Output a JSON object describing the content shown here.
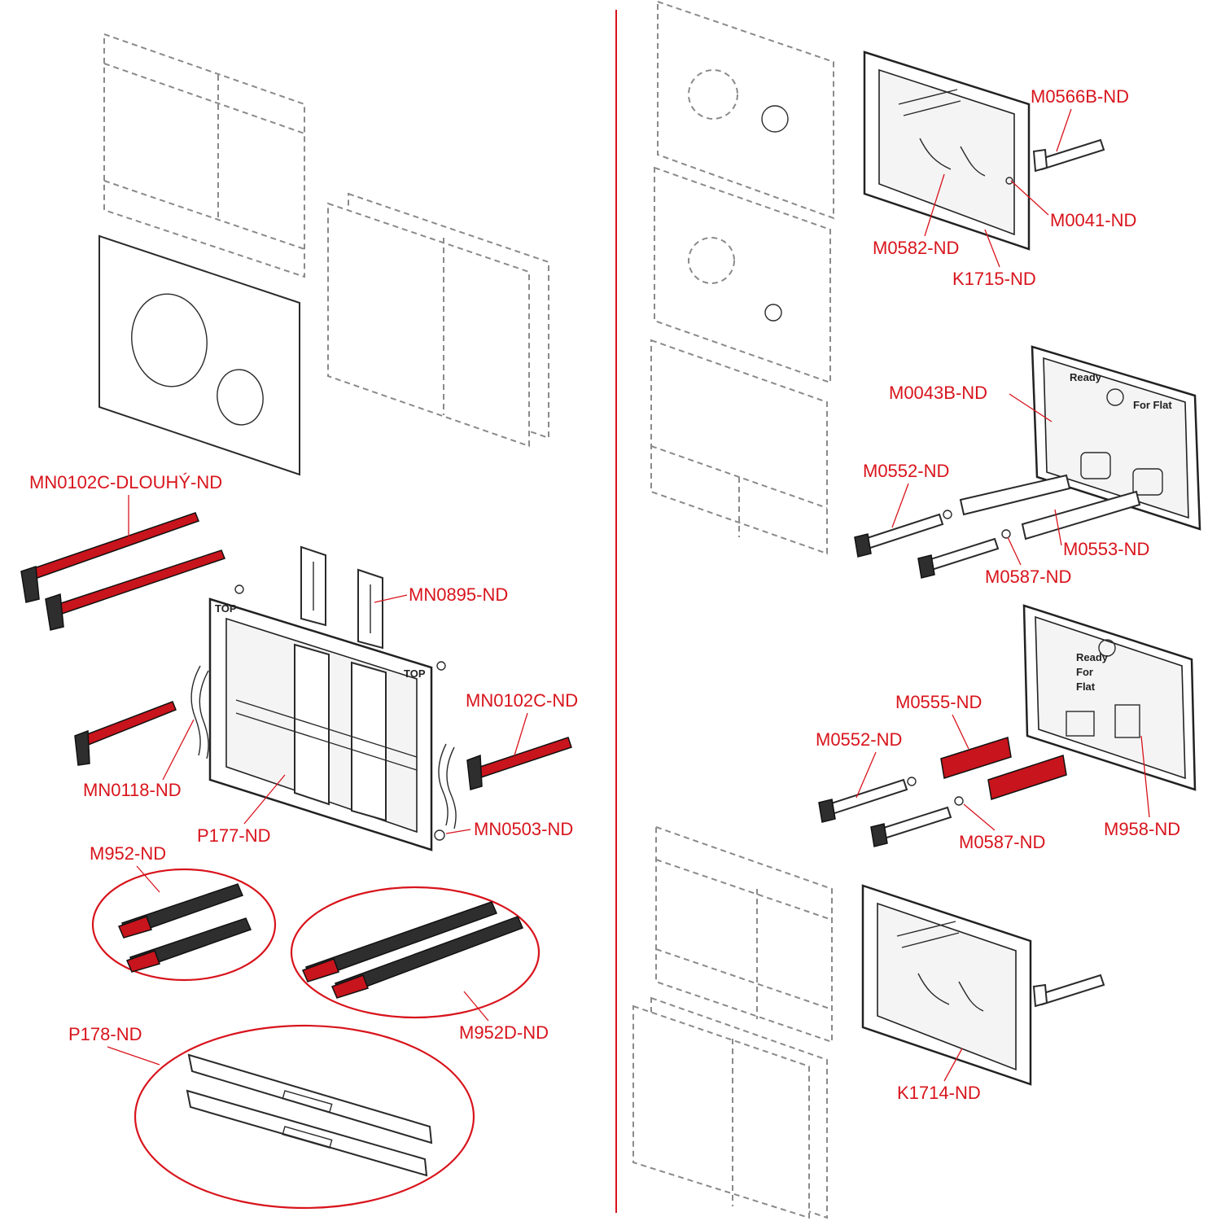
{
  "accent_color": "#d8141c",
  "frame_text": {
    "plate_m0043b_line1": "Ready",
    "plate_m0043b_line2": "For Flat",
    "plate_m958_line1": "Ready",
    "plate_m958_line2": "For",
    "plate_m958_line3": "Flat",
    "p177_tag_left": "TOP",
    "p177_tag_right": "TOP"
  },
  "labels": {
    "mn0102c_dlouhy": "MN0102C-DLOUHÝ-ND",
    "mn0895": "MN0895-ND",
    "mn0102c": "MN0102C-ND",
    "mn0118": "MN0118-ND",
    "p177": "P177-ND",
    "mn0503": "MN0503-ND",
    "m952": "M952-ND",
    "m952d": "M952D-ND",
    "p178": "P178-ND",
    "m0566b": "M0566B-ND",
    "m0041": "M0041-ND",
    "m0582": "M0582-ND",
    "k1715": "K1715-ND",
    "m0043b": "M0043B-ND",
    "m0552_a": "M0552-ND",
    "m0553": "M0553-ND",
    "m0587_a": "M0587-ND",
    "m0555": "M0555-ND",
    "m0552_b": "M0552-ND",
    "m0587_b": "M0587-ND",
    "m958": "M958-ND",
    "k1714": "K1714-ND"
  }
}
